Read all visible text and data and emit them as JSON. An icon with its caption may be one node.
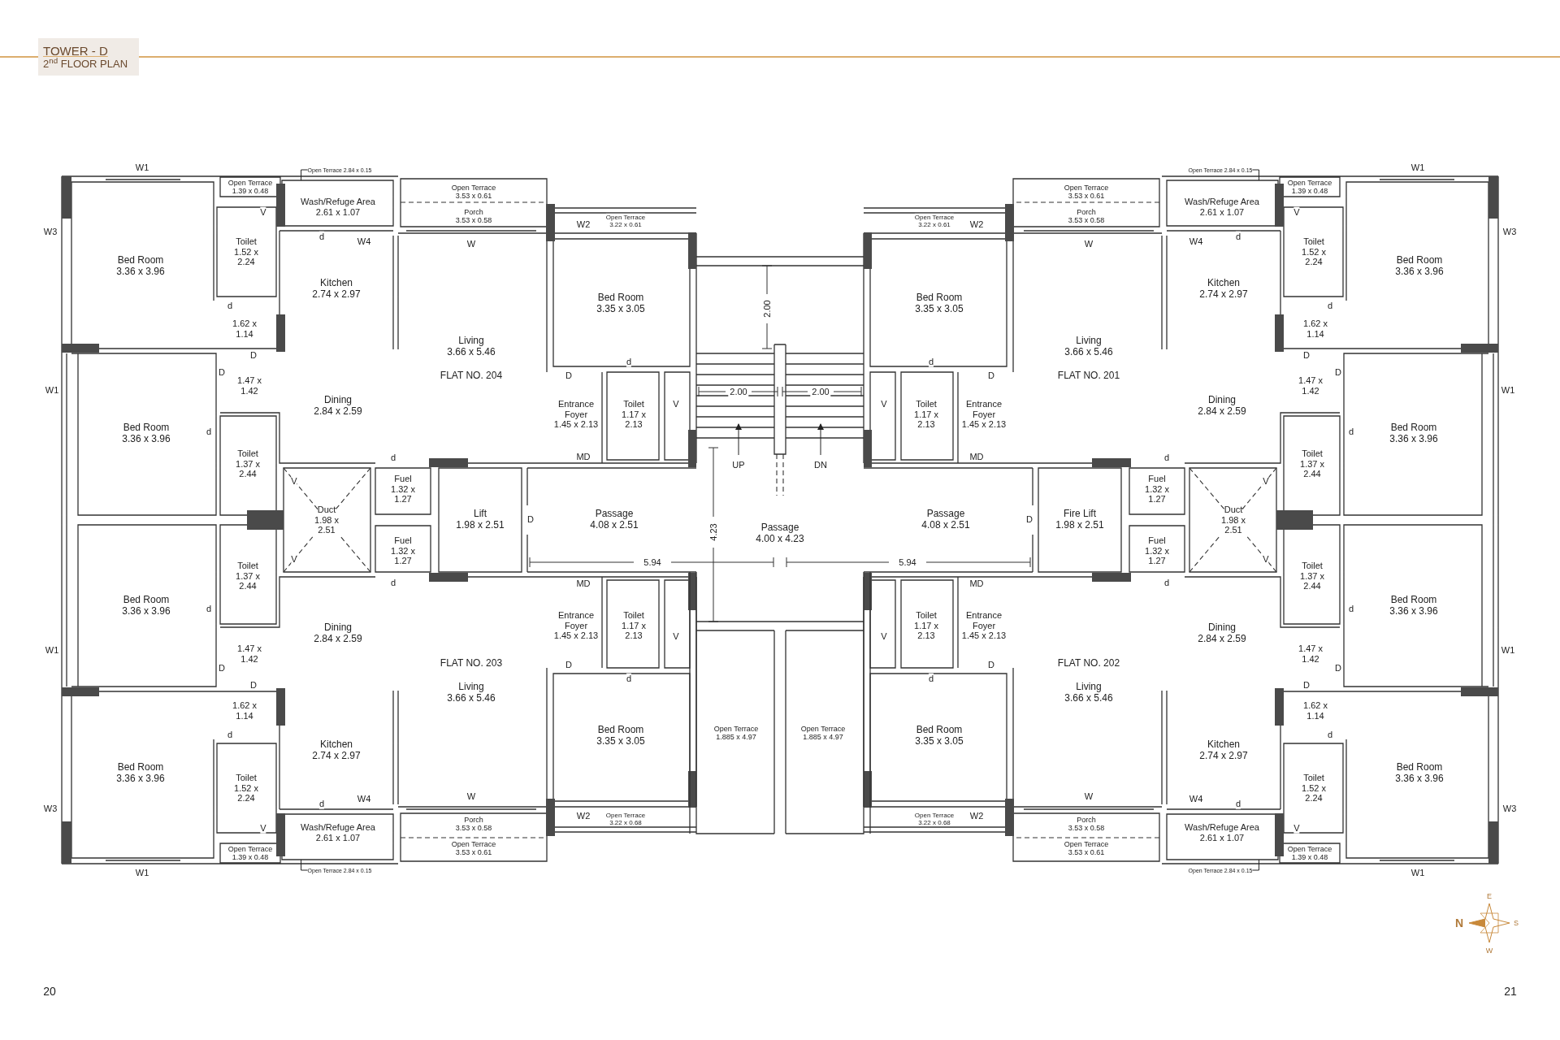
{
  "diagram": {
    "title": "TOWER - D",
    "nodes": [
      {
        "text": [
          "Open Terrace 2.84 x 0.15"
        ]
      },
      {
        "text": [
          "Open Terrace 2.84 x 0.15"
        ]
      },
      {
        "text": [
          "Open Terrace 2.84 x 0.15"
        ]
      },
      {
        "text": [
          "Open Terrace 2.84 x 0.15"
        ]
      }
    ],
    "edges": [
      {
        "from": 0,
        "to": null,
        "arrow": "none"
      },
      {
        "from": 1,
        "to": null,
        "arrow": "none"
      },
      {
        "from": 2,
        "to": null,
        "arrow": "none"
      },
      {
        "from": 3,
        "to": null,
        "arrow": "none"
      }
    ],
    "labels": [
      "2$^{nd}$ FLOOR PLAN",
      "W1",
      "W3",
      "Open Terrace",
      "1.39 x 0.48",
      "Wash/Refuge Area",
      "2.61 x 1.07",
      "Open Terrace",
      "3.53 x 0.61",
      "Porch",
      "3.53 x 0.58",
      "W2",
      "Open Terrace",
      "3.22 x 0.61",
      "V",
      "d",
      "W4",
      "W",
      "Toilet",
      "1.52 x 2.24",
      "Bed Room",
      "3.36 x 3.96",
      "Kitchen",
      "2.74 x 2.97",
      "Bed Room",
      "3.35 x 3.05",
      "d",
      "d",
      "1.62 x 1.14",
      "Living",
      "3.66 x 5.46",
      "D",
      "D",
      "D",
      "FLAT NO. 204",
      "1.47 x 1.42",
      "W1",
      "Dining",
      "2.84 x 2.59",
      "Entrance Foyer",
      "1.45 x 2.13",
      "Toilet",
      "1.17 x 2.13",
      "V",
      "Bed Room",
      "3.36 x 3.96",
      "d",
      "Toilet",
      "1.37 x 2.44",
      "d",
      "MD",
      "W1",
      "W3",
      "Open Terrace",
      "1.39 x 0.48",
      "Wash/Refuge Area",
      "2.61 x 1.07",
      "Open Terrace",
      "3.53 x 0.61",
      "Porch",
      "3.53 x 0.58",
      "W2",
      "Open Terrace",
      "3.22 x 0.61",
      "V",
      "d",
      "W4",
      "W",
      "Toilet",
      "1.52 x 2.24",
      "Bed Room",
      "3.36 x 3.96",
      "Kitchen",
      "2.74 x 2.97",
      "Bed Room",
      "3.35 x 3.05",
      "d",
      "d",
      "1.62 x 1.14",
      "Living",
      "3.66 x 5.46",
      "D",
      "D",
      "D",
      "FLAT NO. 201",
      "1.47 x 1.42",
      "W1",
      "Dining",
      "2.84 x 2.59",
      "Entrance Foyer",
      "1.45 x 2.13",
      "Toilet",
      "1.17 x 2.13",
      "V",
      "Bed Room",
      "3.36 x 3.96",
      "d",
      "Toilet",
      "1.37 x 2.44",
      "d",
      "MD",
      "Duct",
      "1.98 x 2.51",
      "V",
      "V",
      "Fuel",
      "1.32 x 1.27",
      "Fuel",
      "1.32 x 1.27",
      "Lift",
      "1.98 x 2.51",
      "D",
      "Passage",
      "4.08 x 2.51",
      "5.94",
      "2.00",
      "2.00",
      "2.00",
      "UP",
      "DN",
      "Passage",
      "4.00 x 4.23",
      "4.23",
      "Open Terrace",
      "1.885 x 4.97",
      "Open Terrace",
      "1.885 x 4.97",
      "Duct",
      "1.98 x 2.51",
      "V",
      "V",
      "Fuel",
      "1.32 x 1.27",
      "Fuel",
      "1.32 x 1.27",
      "Fire Lift",
      "1.98 x 2.51",
      "D",
      "Passage",
      "4.08 x 2.51",
      "5.94",
      "W1",
      "W3",
      "Open Terrace",
      "1.39 x 0.48",
      "Wash/Refuge Area",
      "2.61 x 1.07",
      "Open Terrace",
      "3.53 x 0.61",
      "Porch",
      "3.53 x 0.58",
      "W2",
      "Open Terrace",
      "3.22 x 0.68",
      "V",
      "d",
      "W4",
      "W",
      "Toilet",
      "1.52 x 2.24",
      "Bed Room",
      "3.36 x 3.96",
      "Kitchen",
      "2.74 x 2.97",
      "Bed Room",
      "3.35 x 3.05",
      "d",
      "d",
      "1.62 x 1.14",
      "Living",
      "3.66 x 5.46",
      "D",
      "D",
      "D",
      "FLAT NO. 203",
      "1.47 x 1.42",
      "W1",
      "Dining",
      "2.84 x 2.59",
      "Entrance Foyer",
      "1.45 x 2.13",
      "Toilet",
      "1.17 x 2.13",
      "V",
      "Bed Room",
      "3.36 x 3.96",
      "d",
      "Toilet",
      "1.37 x 2.44",
      "d",
      "MD",
      "W1",
      "W3",
      "Open Terrace",
      "1.39 x 0.48",
      "Wash/Refuge Area",
      "2.61 x 1.07",
      "Open Terrace",
      "3.53 x 0.61",
      "Porch",
      "3.53 x 0.58",
      "W2",
      "Open Terrace",
      "3.22 x 0.68",
      "V",
      "d",
      "W4",
      "W",
      "Toilet",
      "1.52 x 2.24",
      "Bed Room",
      "3.36 x 3.96",
      "Kitchen",
      "2.74 x 2.97",
      "Bed Room",
      "3.35 x 3.05",
      "d",
      "d",
      "1.62 x 1.14",
      "Living",
      "3.66 x 5.46",
      "D",
      "D",
      "D",
      "FLAT NO. 202",
      "1.47 x 1.42",
      "W1",
      "Dining",
      "2.84 x 2.59",
      "Entrance Foyer",
      "1.45 x 2.13",
      "Toilet",
      "1.17 x 2.13",
      "V",
      "Bed Room",
      "3.36 x 3.96",
      "d",
      "Toilet",
      "1.37 x 2.44",
      "d",
      "MD",
      "E",
      "N",
      "S",
      "W",
      "20",
      "21"
    ]
  }
}
